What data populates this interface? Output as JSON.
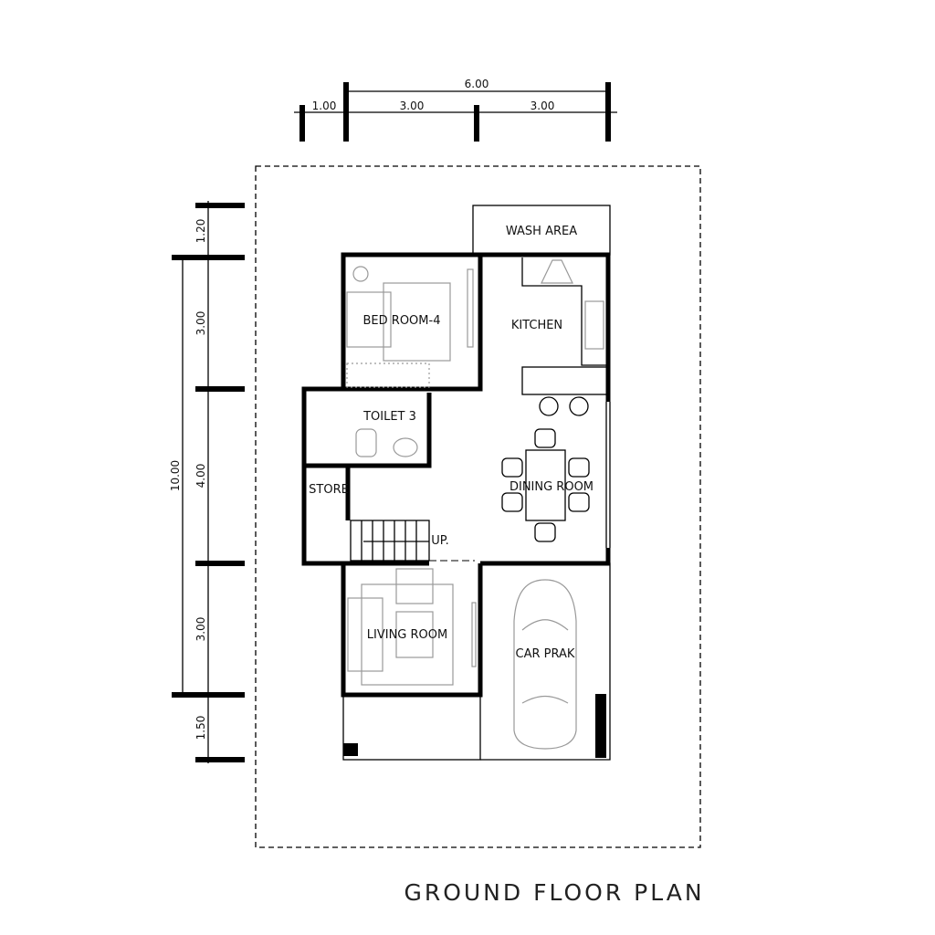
{
  "title": "GROUND FLOOR PLAN",
  "dimensions": {
    "top": {
      "overall": "6.00",
      "segments": [
        "1.00",
        "3.00",
        "3.00"
      ]
    },
    "left": {
      "overall": "10.00",
      "segments": [
        "1.20",
        "3.00",
        "4.00",
        "3.00",
        "1.50"
      ]
    }
  },
  "rooms": {
    "wash_area": "WASH AREA",
    "bedroom": "BED ROOM-4",
    "kitchen": "KITCHEN",
    "toilet": "TOILET 3",
    "store": "STORE",
    "dining": "DINING ROOM",
    "stair_label": "UP.",
    "living": "LIVING ROOM",
    "car_park": "CAR PRAK"
  }
}
